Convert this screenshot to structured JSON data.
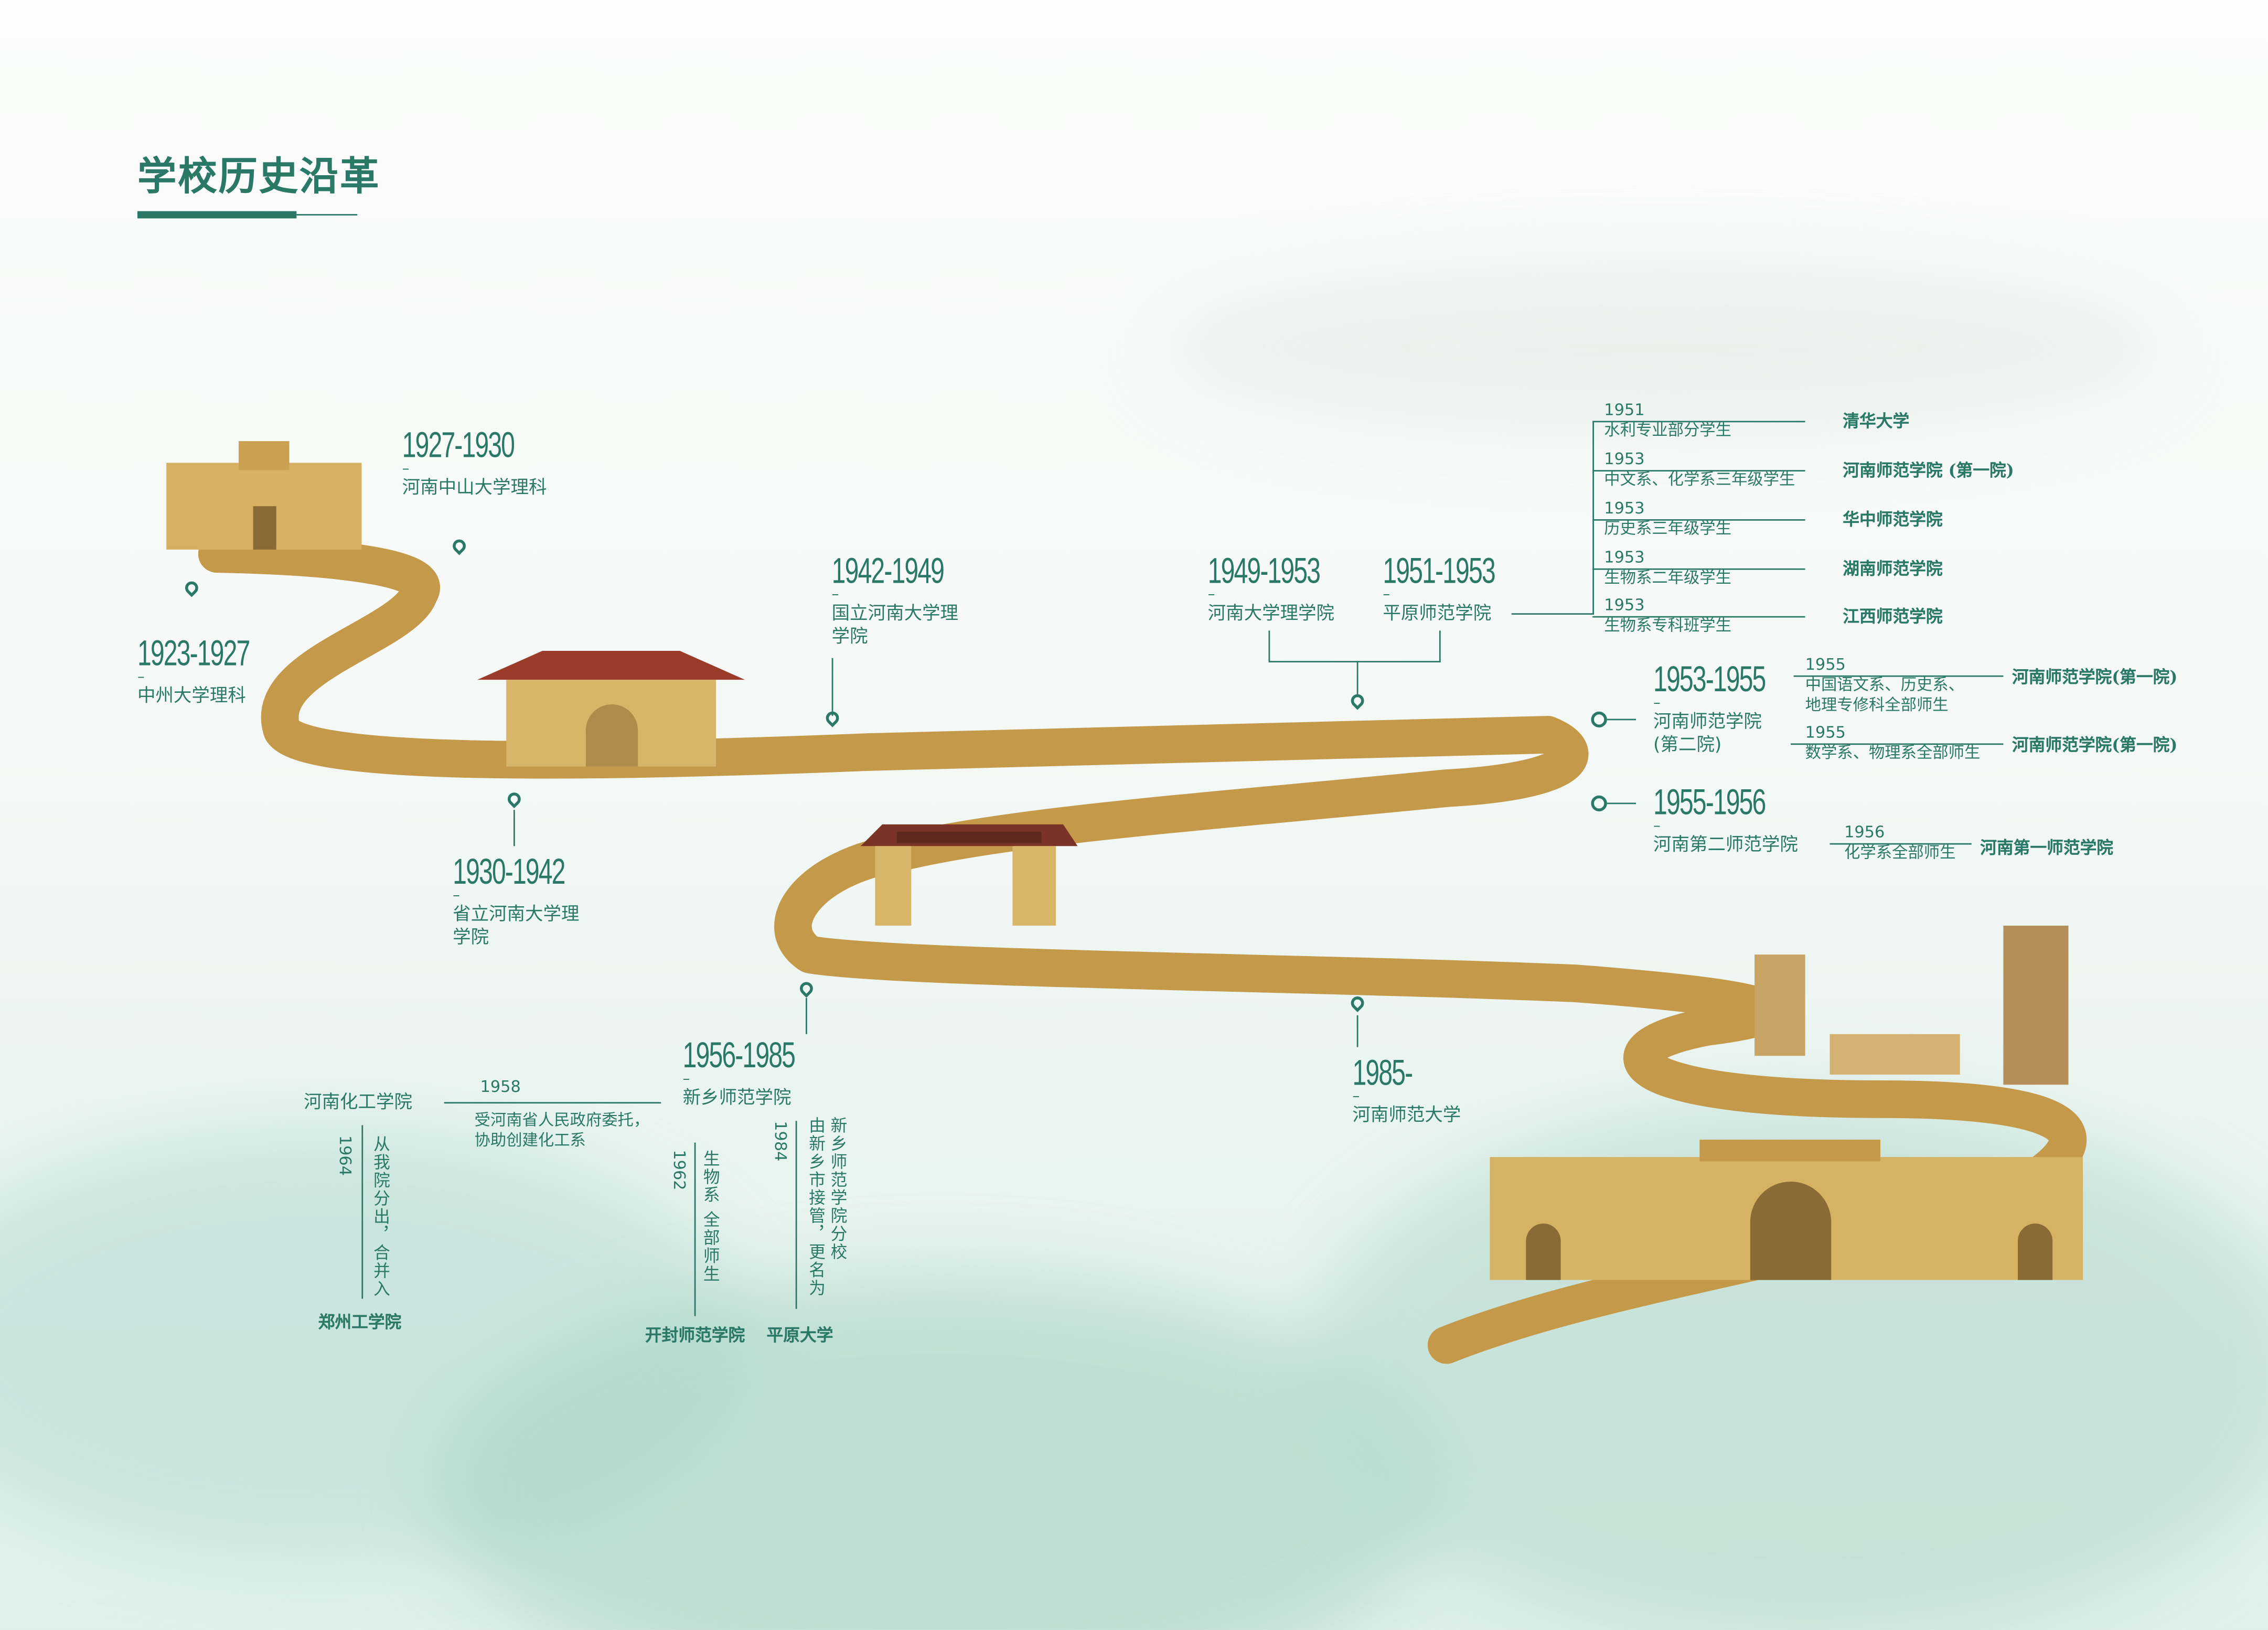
{
  "title": "学校历史沿革",
  "colors": {
    "accent": "#2a7866",
    "road": "#c49a4a",
    "roof": "#9b3b2a"
  },
  "milestones": [
    {
      "years": "1923-1927",
      "name": "中州大学理科"
    },
    {
      "years": "1927-1930",
      "name": "河南中山大学理科"
    },
    {
      "years": "1930-1942",
      "name": "省立河南大学理学院"
    },
    {
      "years": "1942-1949",
      "name": "国立河南大学理学院"
    },
    {
      "years": "1949-1953",
      "name": "河南大学理学院"
    },
    {
      "years": "1951-1953",
      "name": "平原师范学院"
    },
    {
      "years": "1953-1955",
      "name": "河南师范学院",
      "name2": "(第二院)"
    },
    {
      "years": "1955-1956",
      "name": "河南第二师范学院"
    },
    {
      "years": "1956-1985",
      "name": "新乡师范学院"
    },
    {
      "years": "1985-",
      "name": "河南师范大学"
    }
  ],
  "transfers_1951": [
    {
      "year": "1951",
      "desc": "水利专业部分学生",
      "to": "清华大学"
    },
    {
      "year": "1953",
      "desc": "中文系、化学系三年级学生",
      "to": "河南师范学院 (第一院)"
    },
    {
      "year": "1953",
      "desc": "历史系三年级学生",
      "to": "华中师范学院"
    },
    {
      "year": "1953",
      "desc": "生物系二年级学生",
      "to": "湖南师范学院"
    },
    {
      "year": "1953",
      "desc": "生物系专科班学生",
      "to": "江西师范学院"
    }
  ],
  "transfers_1953": [
    {
      "year": "1955",
      "desc": "中国语文系、历史系、",
      "desc2": "地理专修科全部师生",
      "to": "河南师范学院(第一院)"
    },
    {
      "year": "1955",
      "desc": "数学系、物理系全部师生",
      "to": "河南师范学院(第一院)"
    }
  ],
  "transfer_1955": {
    "year": "1956",
    "desc": "化学系全部师生",
    "to": "河南第一师范学院"
  },
  "branches_1956": {
    "chem": {
      "year": "1958",
      "desc": "受河南省人民政府委托，",
      "desc2": "协助创建化工系",
      "to": "河南化工学院"
    },
    "zz": {
      "year": "1964",
      "desc": "从我院分出，合并入",
      "to": "郑州工学院"
    },
    "kf": {
      "year": "1962",
      "desc": "生物系 全部师生",
      "to": "开封师范学院"
    },
    "py": {
      "year": "1984",
      "desc": "新乡师范学院分校",
      "desc2": "由新乡市接管，更名为",
      "to": "平原大学"
    }
  }
}
